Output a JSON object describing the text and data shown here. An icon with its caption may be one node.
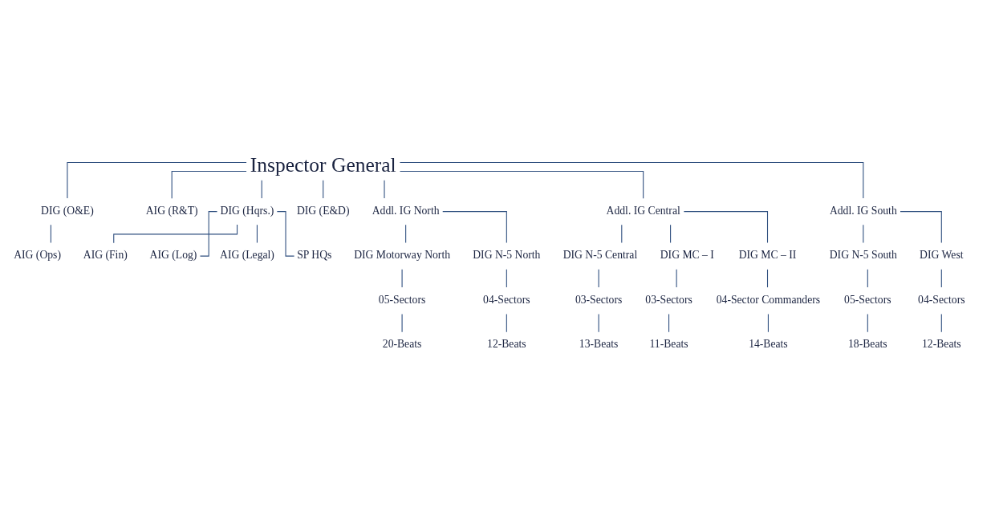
{
  "diagram": {
    "nodes": [
      {
        "text": [
          "Inspector General"
        ]
      },
      {
        "text": [
          "DIG (O&E)"
        ]
      },
      {
        "text": [
          "AIG (R&T)"
        ]
      },
      {
        "text": [
          "DIG (Hqrs.)"
        ]
      },
      {
        "text": [
          "DIG (E&D)"
        ]
      },
      {
        "text": [
          "AIG (Ops)"
        ]
      },
      {
        "text": [
          "AIG (Fin)"
        ]
      },
      {
        "text": [
          "AIG (Log)"
        ]
      },
      {
        "text": [
          "AIG (Legal)"
        ]
      },
      {
        "text": [
          "SP HQs"
        ]
      },
      {
        "text": [
          "Addl. IG North"
        ]
      },
      {
        "text": [
          "Addl. IG Central"
        ]
      },
      {
        "text": [
          "Addl. IG South"
        ]
      },
      {
        "text": [
          "DIG Motorway North"
        ]
      },
      {
        "text": [
          "DIG N-5 North"
        ]
      },
      {
        "text": [
          "DIG N-5 Central"
        ]
      },
      {
        "text": [
          "DIG MC – I"
        ]
      },
      {
        "text": [
          "DIG MC – II"
        ]
      },
      {
        "text": [
          "DIG N-5 South"
        ]
      },
      {
        "text": [
          "DIG West"
        ]
      },
      {
        "text": [
          "05-Sectors"
        ]
      },
      {
        "text": [
          "04-Sectors"
        ]
      },
      {
        "text": [
          "03-Sectors"
        ]
      },
      {
        "text": [
          "03-Sectors"
        ]
      },
      {
        "text": [
          "04-Sector Commanders"
        ]
      },
      {
        "text": [
          "05-Sectors"
        ]
      },
      {
        "text": [
          "04-Sectors"
        ]
      },
      {
        "text": [
          "20-Beats"
        ]
      },
      {
        "text": [
          "12-Beats"
        ]
      },
      {
        "text": [
          "13-Beats"
        ]
      },
      {
        "text": [
          "11-Beats"
        ]
      },
      {
        "text": [
          "14-Beats"
        ]
      },
      {
        "text": [
          "18-Beats"
        ]
      },
      {
        "text": [
          "12-Beats"
        ]
      }
    ],
    "edges": [
      {
        "from": 0,
        "to": 1,
        "arrow": "none"
      },
      {
        "from": 0,
        "to": 2,
        "arrow": "none"
      },
      {
        "from": 0,
        "to": 3,
        "arrow": "none"
      },
      {
        "from": 0,
        "to": 4,
        "arrow": "none"
      },
      {
        "from": 1,
        "to": 5,
        "arrow": "none"
      },
      {
        "from": 3,
        "to": 6,
        "arrow": "none"
      },
      {
        "from": 3,
        "to": 7,
        "arrow": "none"
      },
      {
        "from": 3,
        "to": 8,
        "arrow": "none"
      },
      {
        "from": 3,
        "to": 9,
        "arrow": "none"
      },
      {
        "from": 0,
        "to": 10,
        "arrow": "none"
      },
      {
        "from": 0,
        "to": 11,
        "arrow": "none"
      },
      {
        "from": 0,
        "to": 12,
        "arrow": "none"
      },
      {
        "from": 10,
        "to": 13,
        "arrow": "none"
      },
      {
        "from": 10,
        "to": 14,
        "arrow": "none"
      },
      {
        "from": 11,
        "to": 15,
        "arrow": "none"
      },
      {
        "from": 11,
        "to": 16,
        "arrow": "none"
      },
      {
        "from": 11,
        "to": 17,
        "arrow": "none"
      },
      {
        "from": 12,
        "to": 18,
        "arrow": "none"
      },
      {
        "from": 12,
        "to": 19,
        "arrow": "none"
      },
      {
        "from": 13,
        "to": 20,
        "arrow": "none"
      },
      {
        "from": 14,
        "to": 21,
        "arrow": "none"
      },
      {
        "from": 15,
        "to": 22,
        "arrow": "none"
      },
      {
        "from": 16,
        "to": 23,
        "arrow": "none"
      },
      {
        "from": 17,
        "to": 24,
        "arrow": "none"
      },
      {
        "from": 18,
        "to": 25,
        "arrow": "none"
      },
      {
        "from": 19,
        "to": 26,
        "arrow": "none"
      },
      {
        "from": 20,
        "to": 27,
        "arrow": "none"
      },
      {
        "from": 21,
        "to": 28,
        "arrow": "none"
      },
      {
        "from": 22,
        "to": 29,
        "arrow": "none"
      },
      {
        "from": 23,
        "to": 30,
        "arrow": "none"
      },
      {
        "from": 24,
        "to": 31,
        "arrow": "none"
      },
      {
        "from": 25,
        "to": 32,
        "arrow": "none"
      },
      {
        "from": 26,
        "to": 33,
        "arrow": "none"
      }
    ]
  }
}
